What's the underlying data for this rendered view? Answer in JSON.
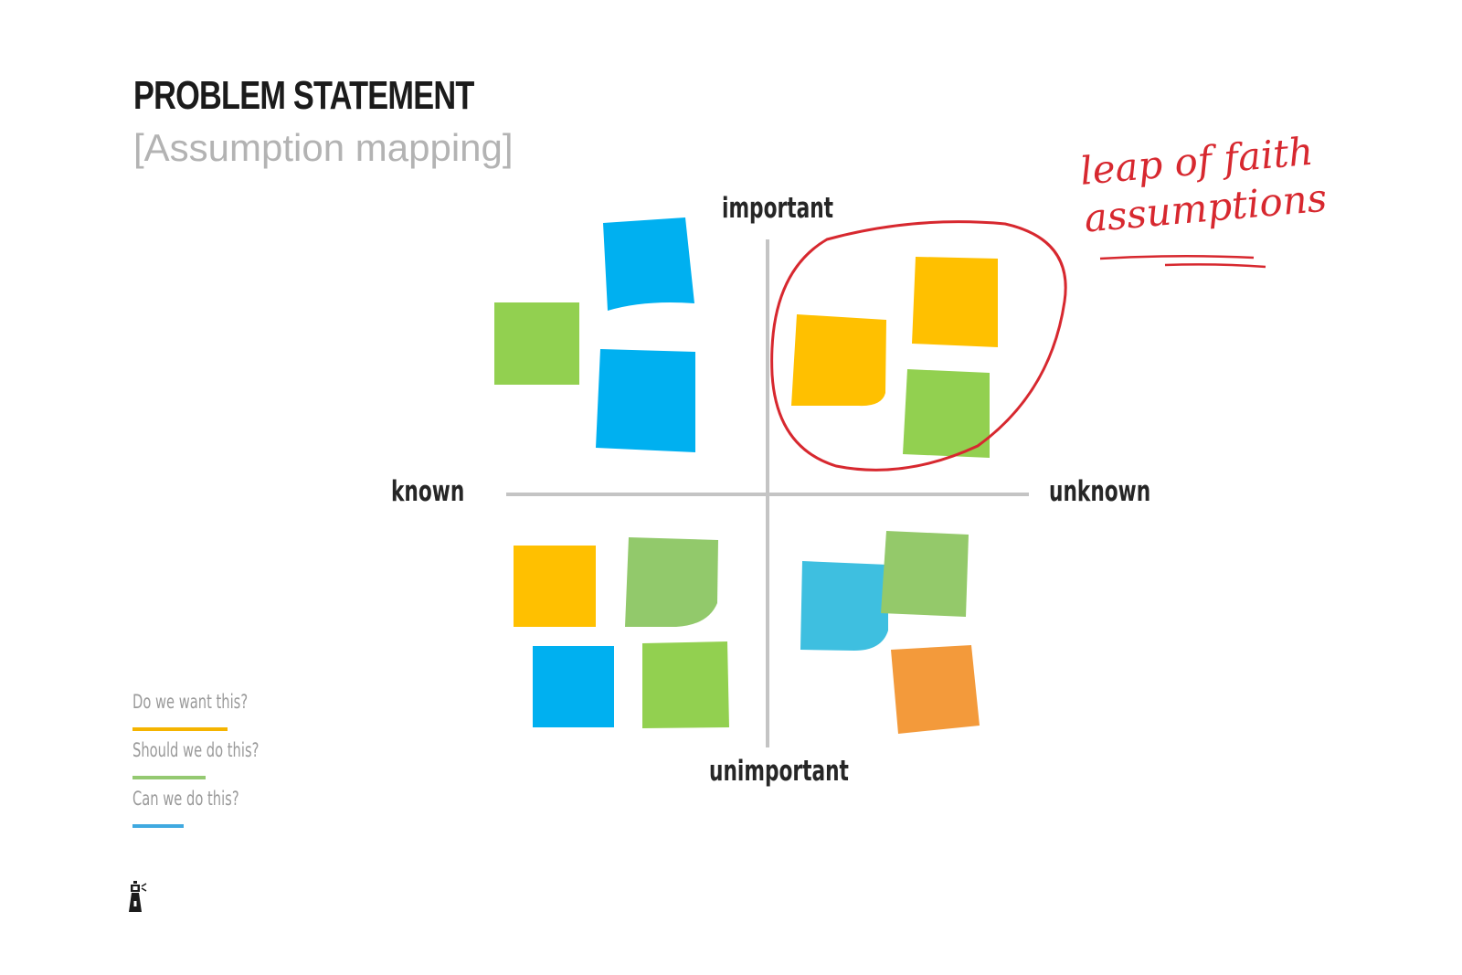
{
  "header": {
    "title": "PROBLEM STATEMENT",
    "subtitle": "[Assumption mapping]"
  },
  "axes": {
    "top": "important",
    "bottom": "unimportant",
    "left": "known",
    "right": "unknown"
  },
  "annotation": {
    "line1": "leap of faith",
    "line2": "assumptions",
    "color": "#d7282f"
  },
  "legend": [
    {
      "label": "Do we want this?",
      "color": "#f5b400"
    },
    {
      "label": "Should we do this?",
      "color": "#94c971"
    },
    {
      "label": "Can we do this?",
      "color": "#3fa9e0"
    }
  ],
  "notes": {
    "colors": {
      "yellow": "#ffc000",
      "green": "#92d050",
      "blue": "#00b0f0",
      "orange": "#f39a3b"
    },
    "quadrants": {
      "important_known": [
        "blue",
        "green",
        "blue"
      ],
      "important_unknown": [
        "yellow",
        "yellow",
        "green"
      ],
      "unimportant_known": [
        "yellow",
        "green",
        "blue",
        "green"
      ],
      "unimportant_unknown": [
        "blue",
        "green",
        "orange"
      ]
    }
  },
  "logo_icon": "lighthouse-icon"
}
